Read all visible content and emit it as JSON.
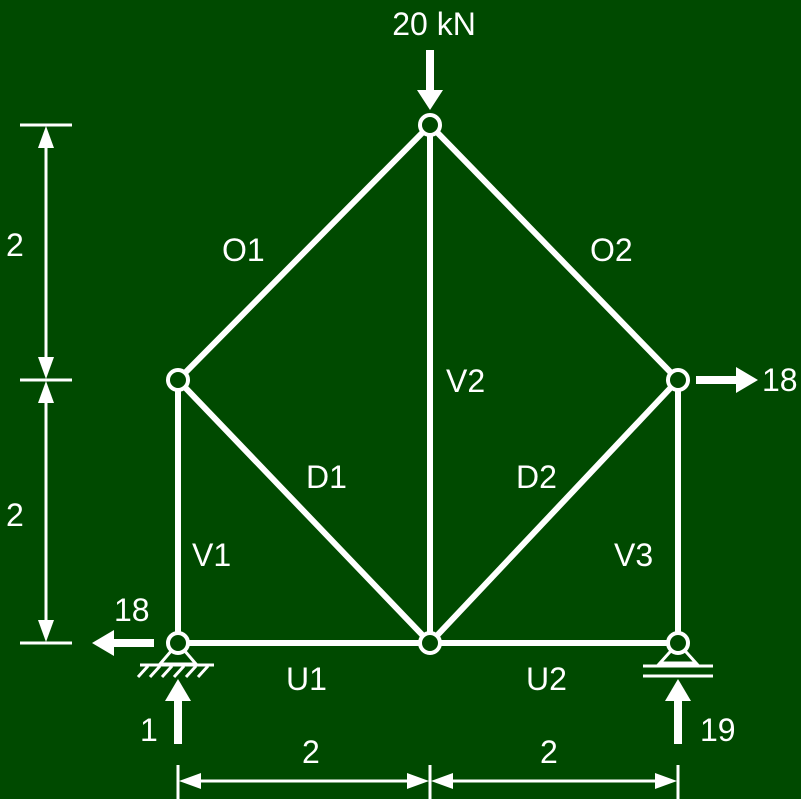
{
  "colors": {
    "background": "#004a00",
    "foreground": "#ffffff"
  },
  "loads": {
    "top_load": "20 kN",
    "right_horizontal": "18",
    "left_reaction_horizontal": "18",
    "left_reaction_vertical": "1",
    "right_reaction_vertical": "19"
  },
  "members": {
    "O1": "O1",
    "O2": "O2",
    "V1": "V1",
    "V2": "V2",
    "V3": "V3",
    "D1": "D1",
    "D2": "D2",
    "U1": "U1",
    "U2": "U2"
  },
  "dimensions": {
    "height_upper": "2",
    "height_lower": "2",
    "width_left": "2",
    "width_right": "2"
  }
}
